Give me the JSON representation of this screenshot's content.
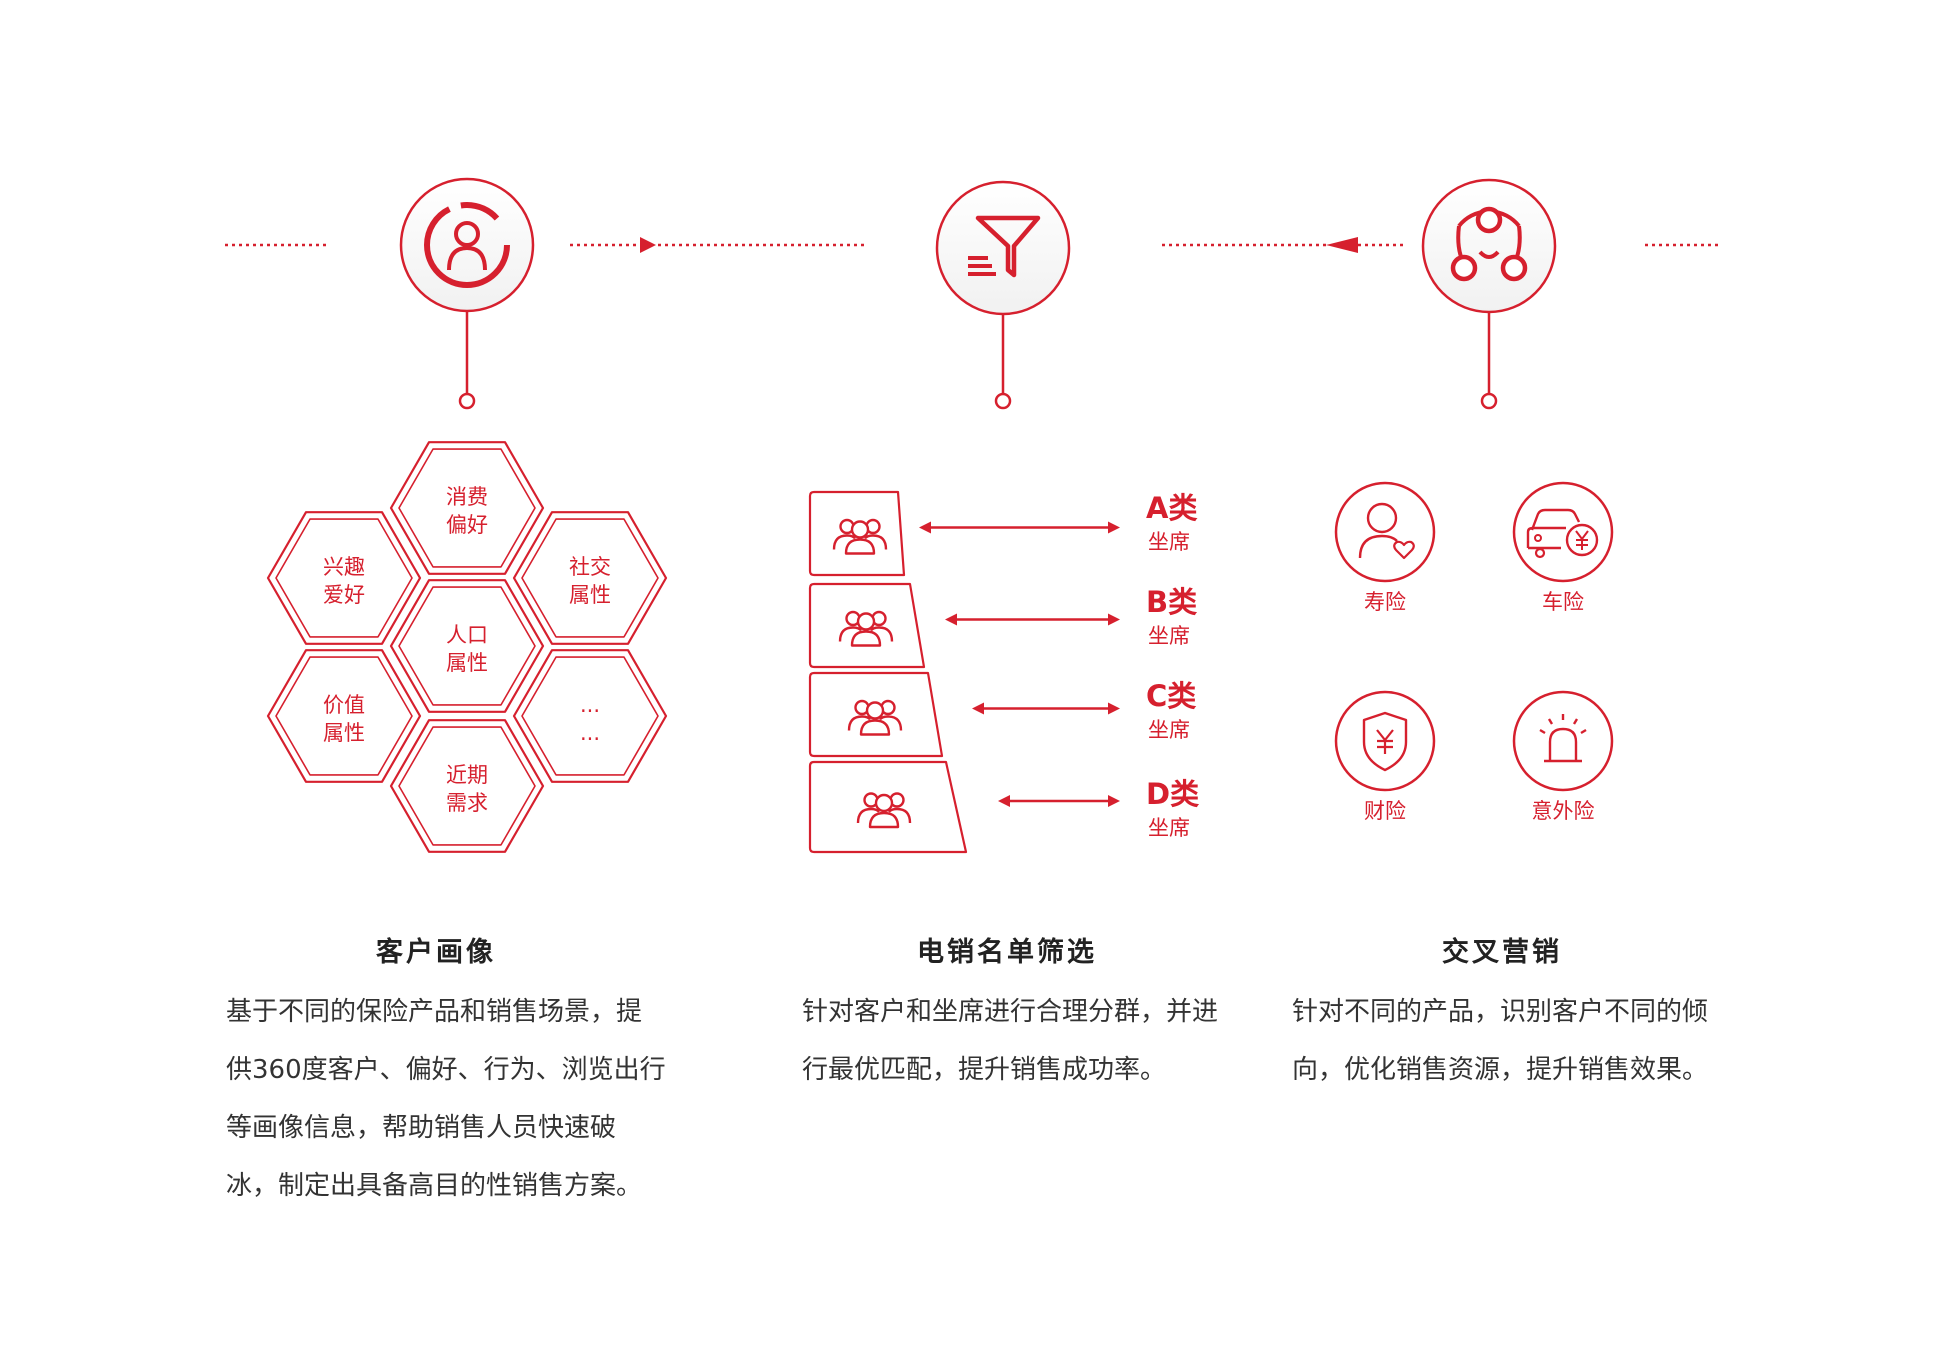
{
  "colors": {
    "accent": "#d6202e",
    "icon_bg": "#f6f6f6",
    "text": "#333333"
  },
  "columns": [
    {
      "icon": "user-circle-icon",
      "title": "客户画像",
      "description": "基于不同的保险产品和销售场景，提供360度客户、偏好、行为、浏览出行等画像信息，帮助销售人员快速破冰，制定出具备高目的性销售方案。"
    },
    {
      "icon": "filter-funnel-icon",
      "title": "电销名单筛选",
      "description": "针对客户和坐席进行合理分群，并进行最优匹配，提升销售成功率。"
    },
    {
      "icon": "network-people-icon",
      "title": "交叉营销",
      "description": "针对不同的产品，识别客户不同的倾向，优化销售资源，提升销售效果。"
    }
  ],
  "hexagons": [
    {
      "line1": "消费",
      "line2": "偏好"
    },
    {
      "line1": "兴趣",
      "line2": "爱好"
    },
    {
      "line1": "社交",
      "line2": "属性"
    },
    {
      "line1": "人口",
      "line2": "属性"
    },
    {
      "line1": "价值",
      "line2": "属性"
    },
    {
      "line1": "...",
      "line2": "..."
    },
    {
      "line1": "近期",
      "line2": "需求"
    }
  ],
  "tiers": [
    {
      "label": "A类",
      "sub": "坐席"
    },
    {
      "label": "B类",
      "sub": "坐席"
    },
    {
      "label": "C类",
      "sub": "坐席"
    },
    {
      "label": "D类",
      "sub": "坐席"
    }
  ],
  "products": [
    {
      "label": "寿险",
      "icon": "person-heart-icon"
    },
    {
      "label": "车险",
      "icon": "car-yuan-icon"
    },
    {
      "label": "财险",
      "icon": "shield-yuan-icon"
    },
    {
      "label": "意外险",
      "icon": "alarm-light-icon"
    }
  ]
}
